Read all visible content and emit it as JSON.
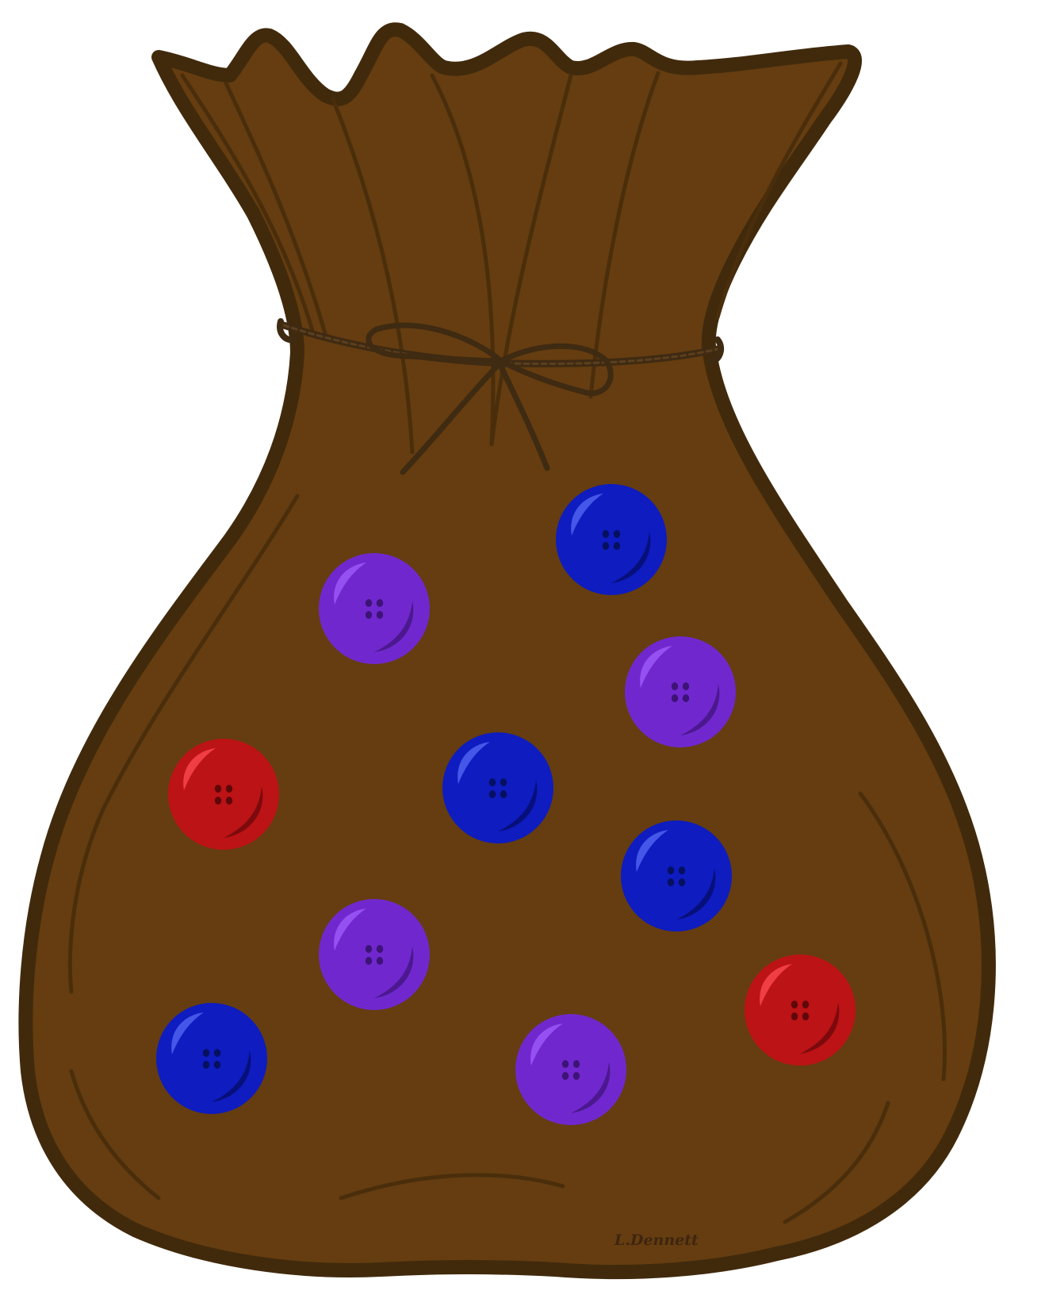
{
  "illustration": {
    "subject": "bag-of-buttons",
    "signature": "L.Dennett",
    "colors": {
      "bag": "#653D10",
      "outline": "#412A0C",
      "fold": "#4A2E0C",
      "string": "#3F2A12",
      "blue": "#0E1CC0",
      "purple": "#7028CE",
      "red": "#BC1316"
    }
  },
  "buttons": [
    {
      "color": "blue"
    },
    {
      "color": "purple"
    },
    {
      "color": "purple"
    },
    {
      "color": "red"
    },
    {
      "color": "blue"
    },
    {
      "color": "blue"
    },
    {
      "color": "purple"
    },
    {
      "color": "red"
    },
    {
      "color": "blue"
    },
    {
      "color": "purple"
    }
  ],
  "button_counts": {
    "blue": 4,
    "purple": 4,
    "red": 2
  }
}
